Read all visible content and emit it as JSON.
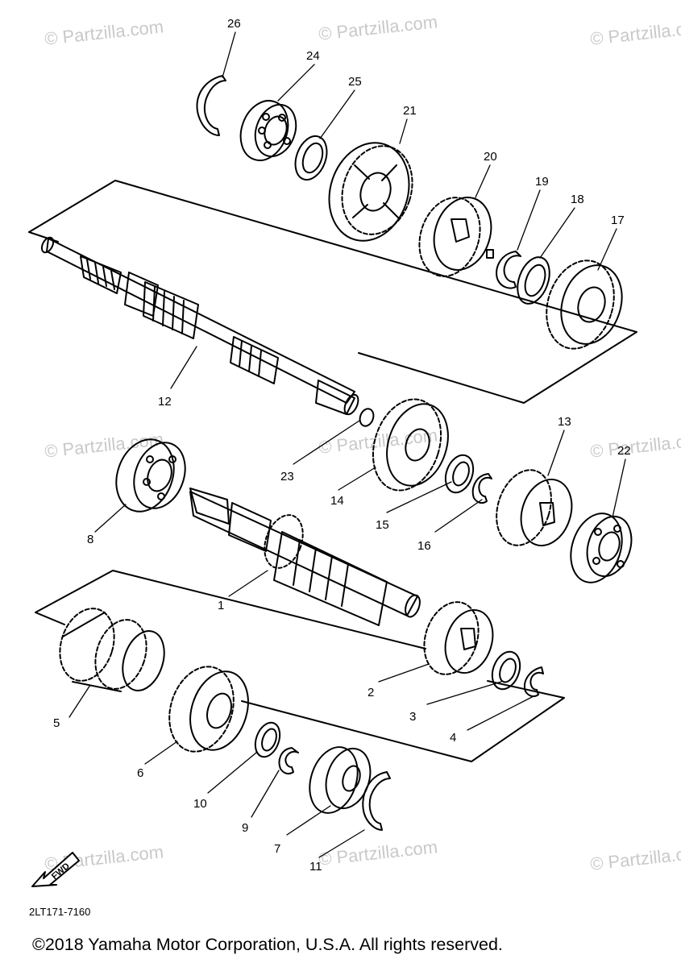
{
  "watermark": "© Partzilla.com",
  "diagram_code": "2LT171-7160",
  "copyright": "©2018 Yamaha Motor Corporation, U.S.A. All rights reserved.",
  "fwd_label": "FWD",
  "callouts": [
    "1",
    "2",
    "3",
    "4",
    "5",
    "6",
    "7",
    "8",
    "9",
    "10",
    "11",
    "12",
    "13",
    "14",
    "15",
    "16",
    "17",
    "18",
    "19",
    "20",
    "21",
    "22",
    "23",
    "24",
    "25",
    "26"
  ]
}
